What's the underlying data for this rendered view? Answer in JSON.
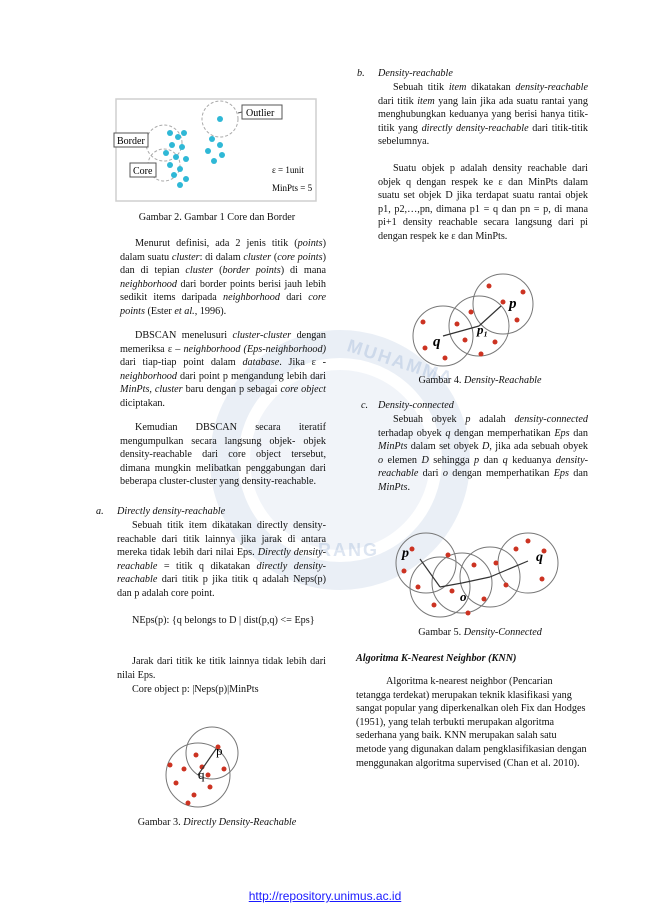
{
  "watermark": {
    "top": "MUHAMMA",
    "bottom": "RANG"
  },
  "fig2": {
    "border_label": "Border",
    "core_label": "Core",
    "outlier_label": "Outlier",
    "eps": "ε = 1unit",
    "minpts": "MinPts = 5",
    "caption": "Gambar 2. Gambar 1 Core dan Border"
  },
  "p1": {
    "a": "Menurut definisi, ada 2 jenis titik (",
    "a_i": "points",
    "b": ") dalam suatu ",
    "b_i": "cluster",
    "c": ": di dalam ",
    "c_i": "cluster",
    "d": " (",
    "d_i": "core points",
    "e": ") dan di tepian ",
    "e_i": "cluster",
    "f": " (",
    "f_i": "border points",
    "g": ") di mana ",
    "g_i": "neighborhood",
    "h": " dari border points berisi jauh lebih sedikit items daripada ",
    "h_i": "neighborhood",
    "i": " dari ",
    "i_i": "core points",
    "j": " (Ester ",
    "j_i": "et al.",
    "k": ", 1996)."
  },
  "p2": {
    "a": "DBSCAN menelusuri ",
    "a_i": "cluster-cluster",
    "b": " dengan memeriksa ε – ",
    "b_i": "neighborhood (Eps-neighborhood)",
    "c": " dari tiap-tiap point dalam ",
    "c_i": "database",
    "d": ". Jika  ε - ",
    "d_i": "neighborhood",
    "e": " dari point p mengandung lebih dari ",
    "e_i": "MinPts, cluster",
    "f": " baru dengan p sebagai ",
    "f_i": "core object",
    "g": " diciptakan."
  },
  "p3": "Kemudian DBSCAN secara iteratif mengumpulkan secara langsung objek- objek density-reachable dari core object tersebut, dimana mungkin melibatkan penggabungan dari beberapa cluster-cluster yang density-reachable.",
  "sec_a": {
    "marker": "a.",
    "title": "Directly density-reachable",
    "t1": "Sebuah titik item dikatakan directly density-reachable dari titik lainnya jika jarak di antara mereka tidak lebih dari nilai Eps. ",
    "t1_i": "Directly density-reachable",
    "t2": " = titik q dikatakan ",
    "t2_i": "directly density-reachable",
    "t3": " dari titik p jika titik q adalah  Neps(p) dan p adalah core point.",
    "formula1": "NEps(p): {q belongs to D | dist(p,q) <= Eps}",
    "t4": "Jarak dari titik ke titik lainnya tidak lebih dari nilai Eps.",
    "formula2": "Core object p: |Neps(p)|MinPts"
  },
  "fig3": {
    "p": "p",
    "q": "q",
    "caption_a": "Gambar 3. ",
    "caption_b": "Directly Density-Reachable"
  },
  "sec_b": {
    "marker": "b.",
    "title": "Density-reachable",
    "t1": "Sebuah titik ",
    "t1_i": "item",
    "t2": " dikatakan ",
    "t2_i": "density-reachable",
    "t3": " dari titik ",
    "t3_i": "item",
    "t4": " yang lain jika ada suatu rantai yang menghubungkan keduanya yang berisi hanya titik-titik yang ",
    "t4_i": "directly density-reachable",
    "t5": " dari titik-titik sebelumnya.",
    "t6": "Suatu objek p adalah density reachable dari objek q dengan respek ke ε dan MinPts dalam suatu set objek D jika terdapat suatu rantai objek p1, p2,…,pn, dimana p1 = q dan pn = p, di mana pi+1 density reachable secara langsung dari pi dengan respek ke ε dan MinPts."
  },
  "fig4": {
    "p": "p",
    "q": "q",
    "p1": "p₁",
    "caption_a": "Gambar 4. ",
    "caption_b": "Density-Reachable"
  },
  "sec_c": {
    "marker": "c.",
    "title": "Density-connected",
    "t1": "Sebuah obyek ",
    "t1_i": "p",
    "t2": " adalah ",
    "t2_i": "density-connected",
    "t3": " terhadap obyek ",
    "t3_i": "q",
    "t4": " dengan memperhatikan ",
    "t4_i": "Eps",
    "t5": " dan ",
    "t5_i": "MinPts",
    "t6": " dalam set obyek ",
    "t6_i": "D",
    "t7": ", jika ada sebuah obyek ",
    "t7_i": "o",
    "t8": " elemen ",
    "t8_i": "D",
    "t9": " sehingga ",
    "t9_i": "p",
    "t10": " dan ",
    "t10_i": "q",
    "t11": " keduanya ",
    "t11_i": "density-reachable",
    "t12": " dari ",
    "t12_i": "o",
    "t13": " dengan memperhatikan ",
    "t13_i": "Eps",
    "t14": " dan ",
    "t14_i": "MinPts",
    "t15": "."
  },
  "fig5": {
    "p": "p",
    "q": "q",
    "o": "o",
    "caption_a": "Gambar 5. ",
    "caption_b": "Density-Connected"
  },
  "knn": {
    "title": "Algoritma K-Nearest Neighbor (KNN)",
    "body": "Algoritma k-nearest neighbor (Pencarian tetangga terdekat) merupakan teknik klasifikasi yang sangat popular yang diperkenalkan oleh Fix dan Hodges (1951), yang telah terbukti merupakan algoritma sederhana yang baik. KNN merupakan salah satu metode yang digunakan dalam pengklasifikasian dengan menggunakan algoritma supervised (Chan et al. 2010)."
  },
  "footer": {
    "url": "http://repository.unimus.ac.id"
  }
}
